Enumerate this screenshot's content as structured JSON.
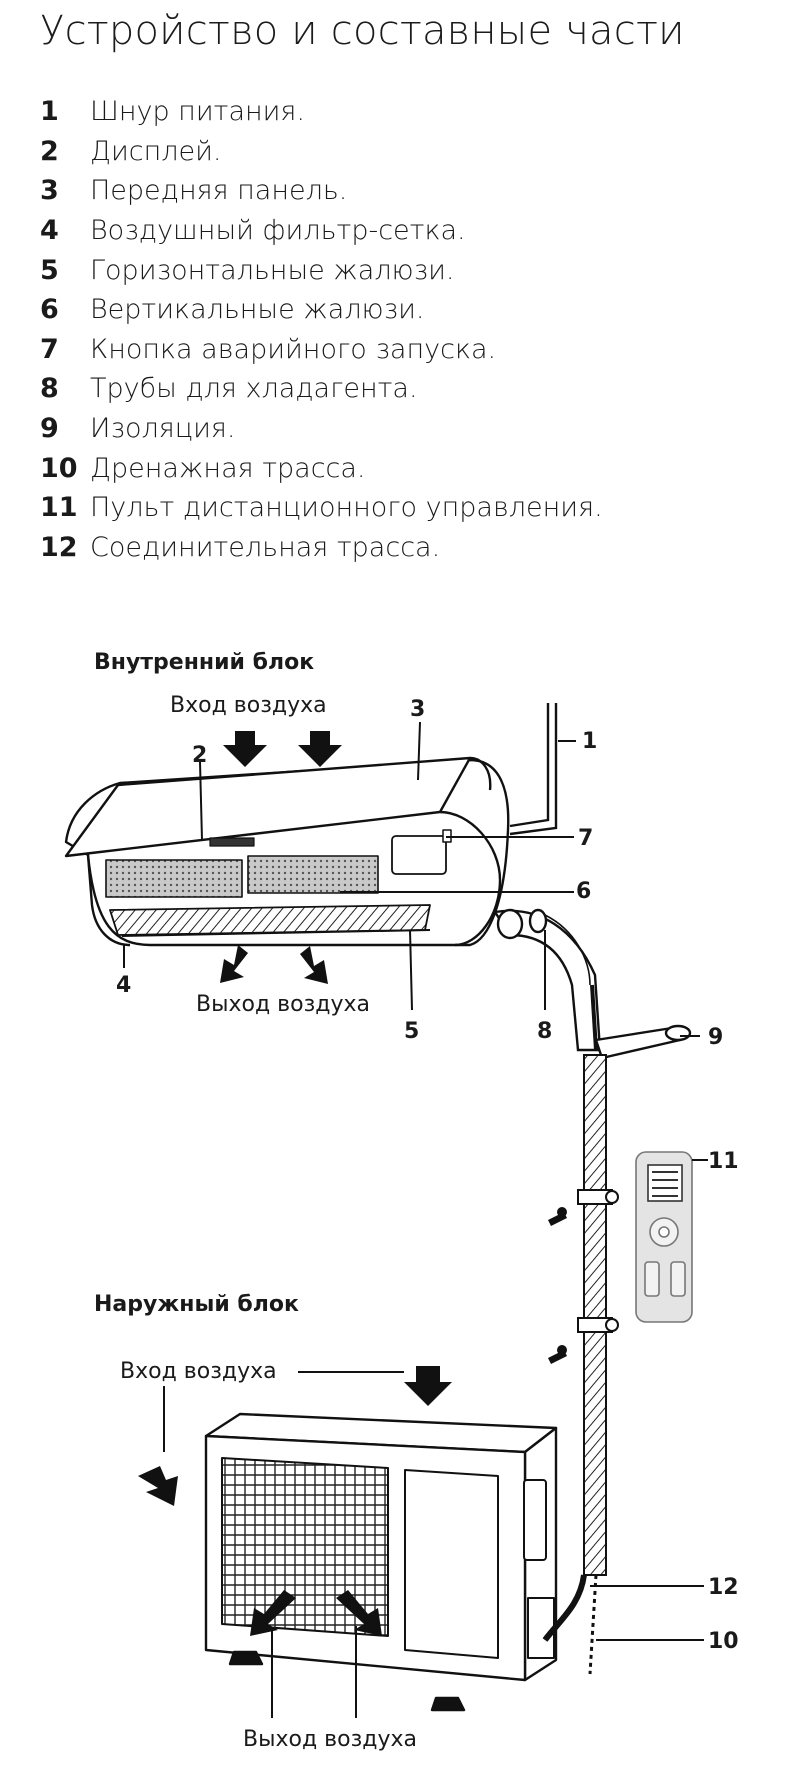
{
  "title": "Устройство и составные части",
  "parts": [
    {
      "num": "1",
      "text": "Шнур питания."
    },
    {
      "num": "2",
      "text": "Дисплей."
    },
    {
      "num": "3",
      "text": "Передняя панель."
    },
    {
      "num": "4",
      "text": "Воздушный фильтр-сетка."
    },
    {
      "num": "5",
      "text": "Горизонтальные жалюзи."
    },
    {
      "num": "6",
      "text": "Вертикальные жалюзи."
    },
    {
      "num": "7",
      "text": "Кнопка аварийного запуска."
    },
    {
      "num": "8",
      "text": "Трубы для хладагента."
    },
    {
      "num": "9",
      "text": "Изоляция."
    },
    {
      "num": "10",
      "text": "Дренажная трасса."
    },
    {
      "num": "11",
      "text": "Пульт дистанционного управления."
    },
    {
      "num": "12",
      "text": "Соединительная трасса."
    }
  ],
  "diagram": {
    "indoor_label": "Внутренний блок",
    "outdoor_label": "Наружный блок",
    "air_in": "Вход воздуха",
    "air_out": "Выход воздуха"
  }
}
